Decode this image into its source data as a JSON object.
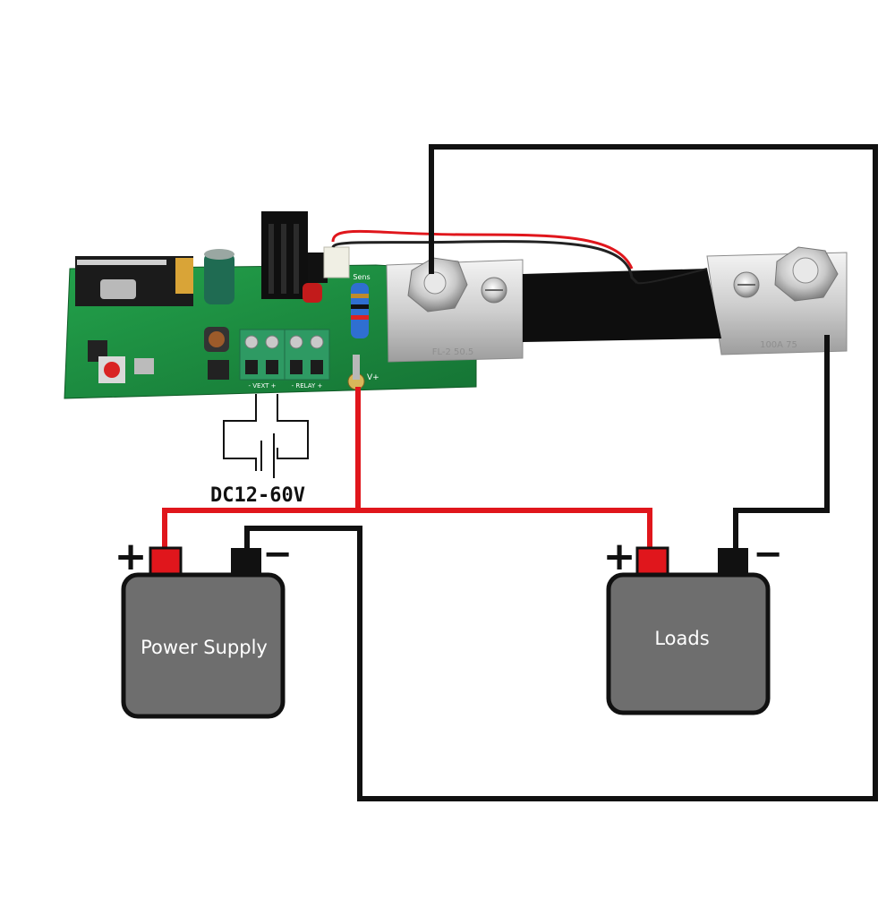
{
  "diagram": {
    "supply_label": "DC12-60V",
    "power_supply": {
      "label": "Power Supply",
      "plus": "+",
      "minus": "−"
    },
    "loads": {
      "label": "Loads",
      "plus": "+",
      "minus": "−"
    },
    "board": {
      "terminal_left": "- VEXT +",
      "terminal_right": "- RELAY +",
      "vplus": "V+",
      "sens": "Sens"
    },
    "shunt": {
      "left_mark": "FL-2 50.5",
      "right_mark": "100A 75"
    },
    "colors": {
      "positive_wire": "#e0161c",
      "negative_wire": "#111111",
      "battery_body": "#6e6e6e",
      "pcb": "#1c8a3e"
    }
  }
}
